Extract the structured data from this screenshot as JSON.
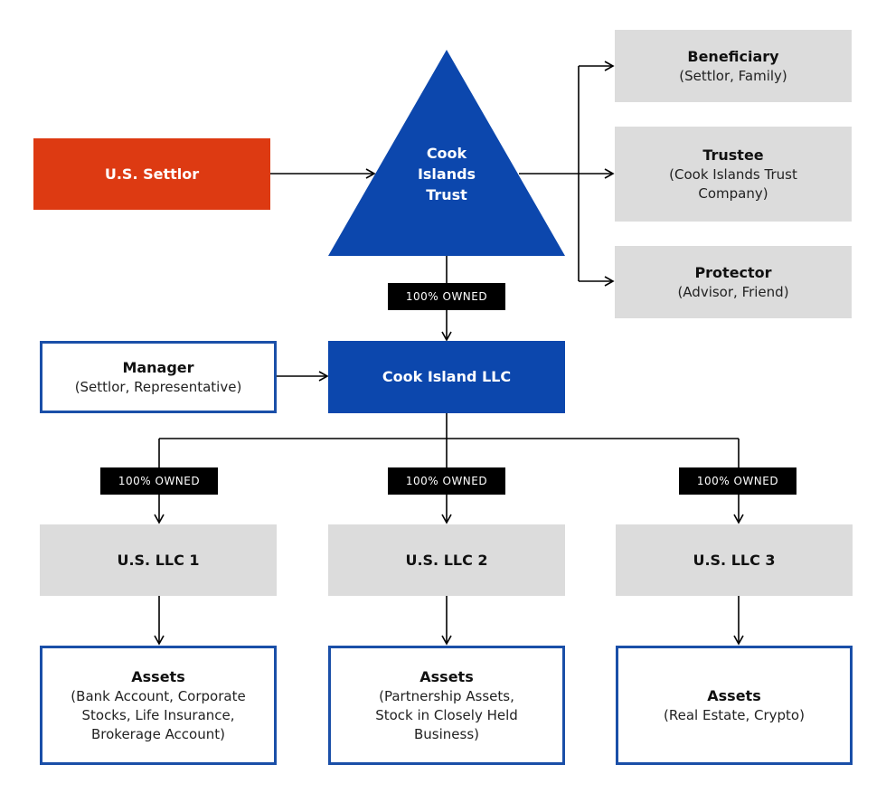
{
  "settlor": {
    "label": "U.S. Settlor"
  },
  "trust": {
    "line1": "Cook",
    "line2": "Islands",
    "line3": "Trust"
  },
  "beneficiary": {
    "title": "Beneficiary",
    "sub": "(Settlor, Family)"
  },
  "trustee": {
    "title": "Trustee",
    "sub1": "(Cook Islands Trust",
    "sub2": "Company)"
  },
  "protector": {
    "title": "Protector",
    "sub": "(Advisor, Friend)"
  },
  "manager": {
    "title": "Manager",
    "sub": "(Settlor, Representative)"
  },
  "llc": {
    "label": "Cook Island LLC"
  },
  "ownership_tag": "100% OWNED",
  "us_llcs": [
    "U.S. LLC 1",
    "U.S. LLC 2",
    "U.S. LLC 3"
  ],
  "assets": [
    {
      "title": "Assets",
      "lines": [
        "(Bank Account, Corporate",
        "Stocks, Life Insurance,",
        "Brokerage Account)"
      ]
    },
    {
      "title": "Assets",
      "lines": [
        "(Partnership Assets,",
        "Stock in Closely Held",
        "Business)"
      ]
    },
    {
      "title": "Assets",
      "lines": [
        "(Real Estate, Crypto)"
      ]
    }
  ],
  "colors": {
    "settlor": "#dd3a12",
    "trust_blue": "#0c47ad",
    "grey_box": "#dcdcdc",
    "outline": "#1a4fa8"
  }
}
